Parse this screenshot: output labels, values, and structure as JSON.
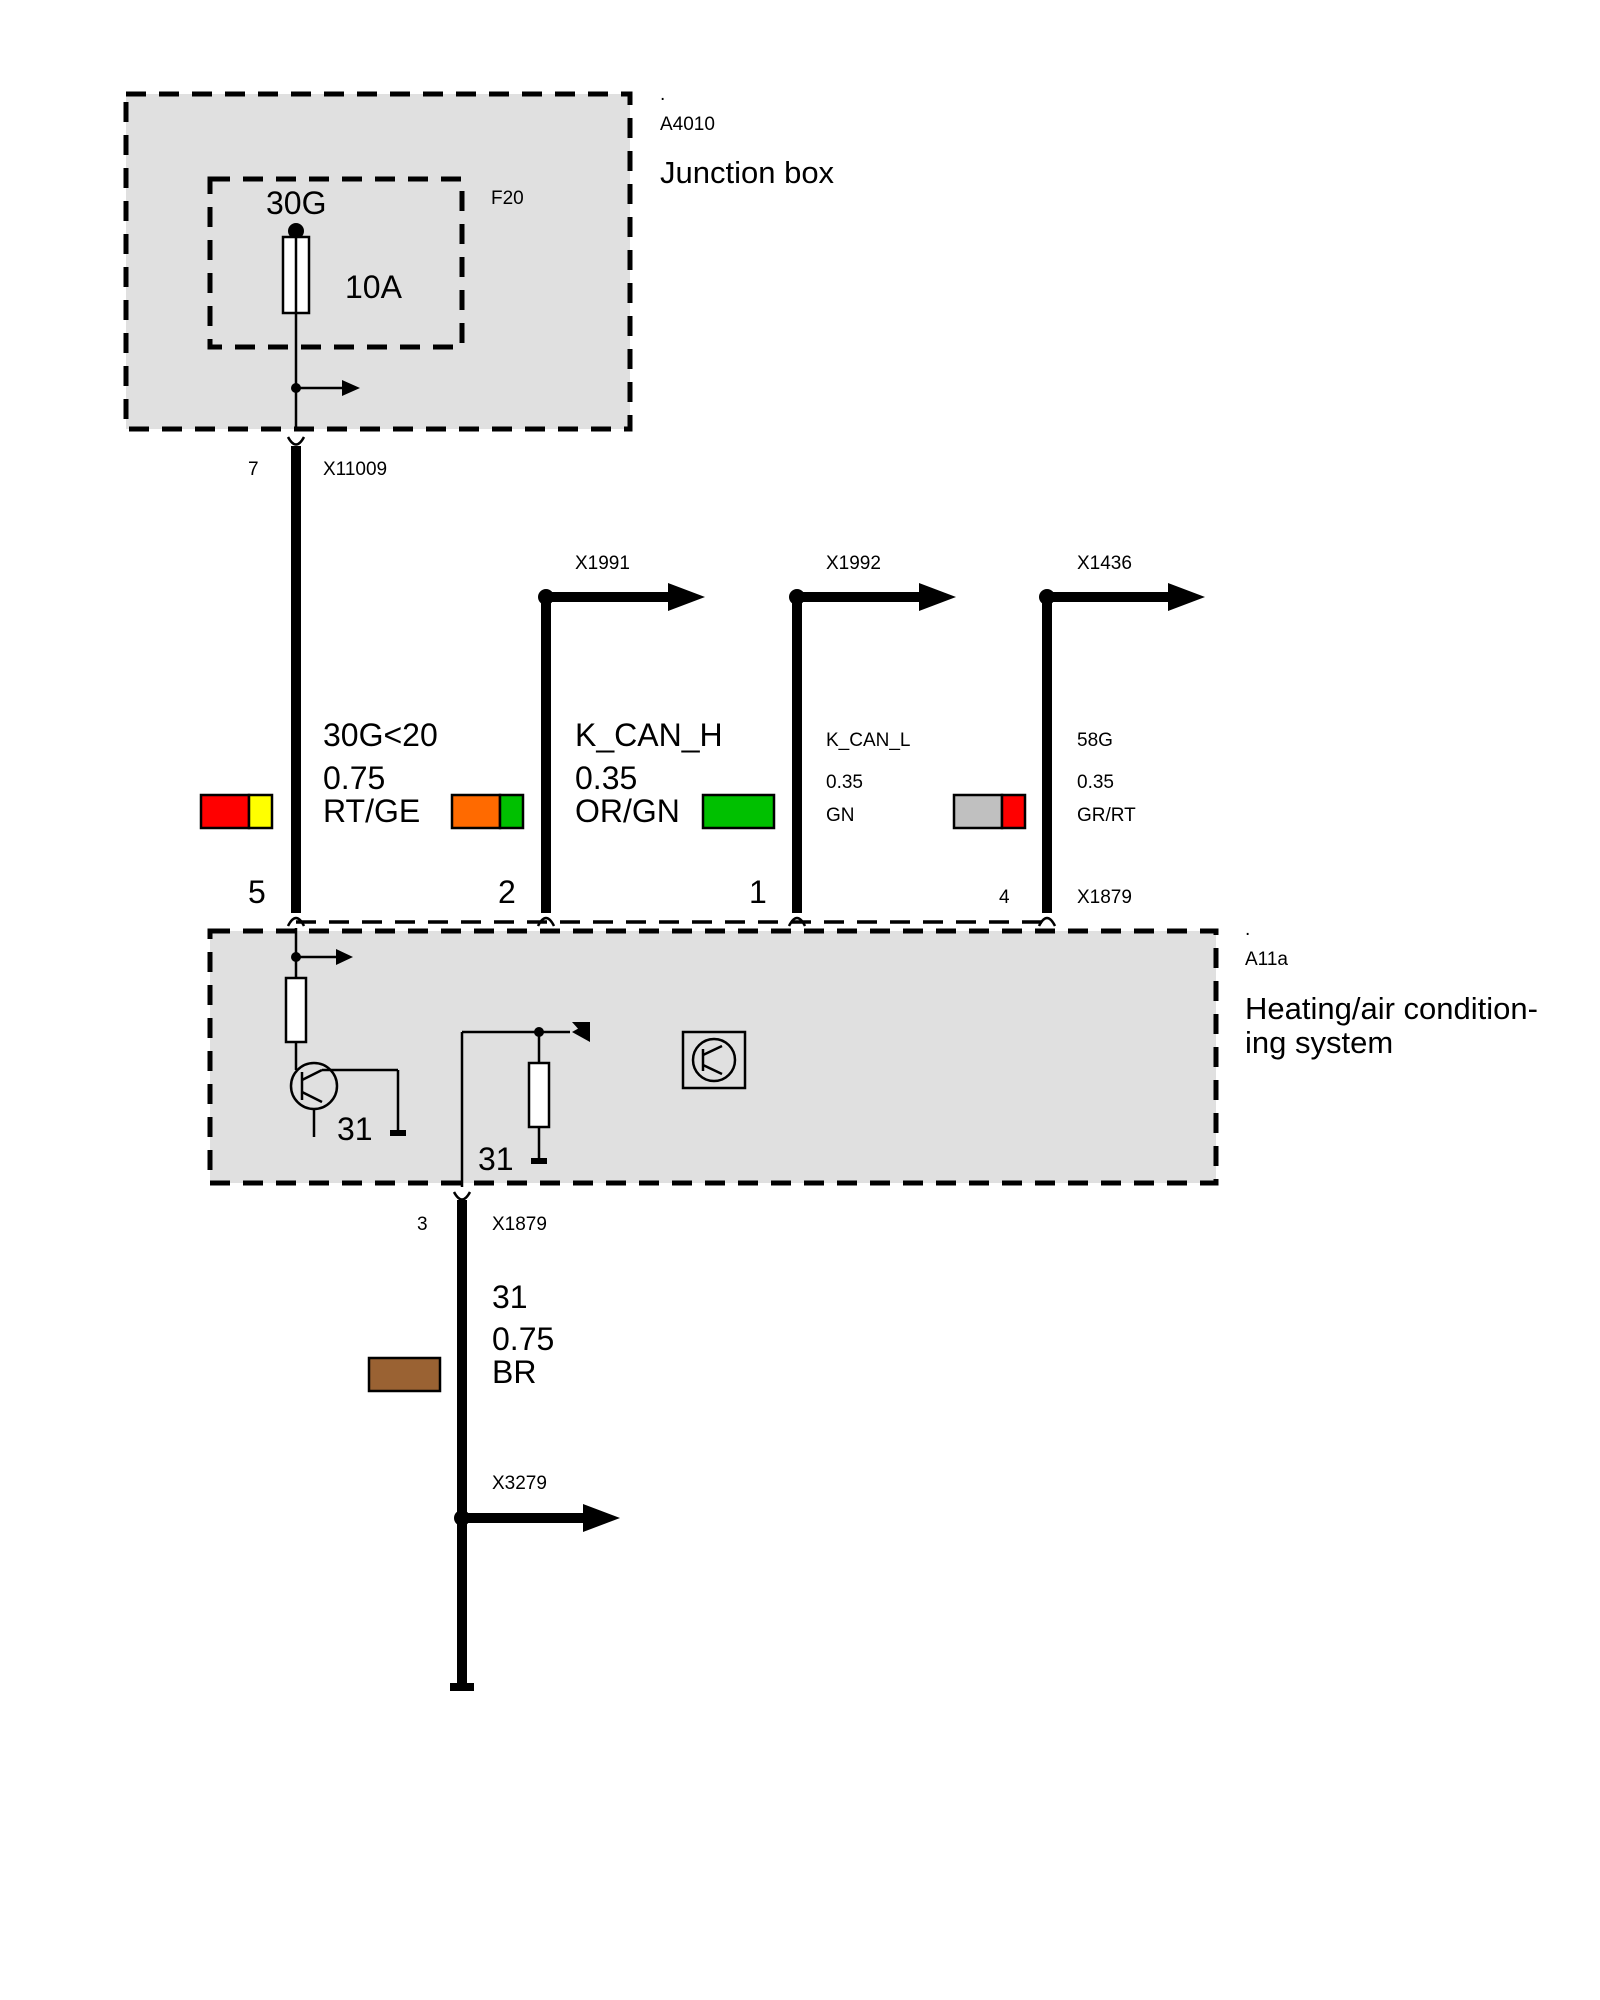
{
  "junction_box": {
    "dot": ".",
    "id": "A4010",
    "title": "Junction box",
    "fuse_id": "F20",
    "fuse_terminal": "30G",
    "fuse_rating": "10A"
  },
  "top_connector": {
    "pin": "7",
    "id": "X11009"
  },
  "branch_connectors": {
    "b1": "X1991",
    "b2": "X1992",
    "b3": "X1436"
  },
  "wires": [
    {
      "signal": "30G<20",
      "size": "0.75",
      "color_code": "RT/GE",
      "colors": [
        "#ff0000",
        "#ffff00"
      ]
    },
    {
      "signal": "K_CAN_H",
      "size": "0.35",
      "color_code": "OR/GN",
      "colors": [
        "#ff6a00",
        "#00c000"
      ]
    },
    {
      "signal": "K_CAN_L",
      "size": "0.35",
      "color_code": "GN",
      "colors": [
        "#00c000"
      ]
    },
    {
      "signal": "58G",
      "size": "0.35",
      "color_code": "GR/RT",
      "colors": [
        "#c0c0c0",
        "#ff0000"
      ]
    }
  ],
  "module_pins": [
    "5",
    "2",
    "1",
    "4"
  ],
  "module_connector": "X1879",
  "module": {
    "dot": ".",
    "id": "A11a",
    "title_line1": "Heating/air condition-",
    "title_line2": "ing system",
    "ground_label_1": "31",
    "ground_label_2": "31"
  },
  "bottom_connector": {
    "pin": "3",
    "id": "X1879"
  },
  "bottom_wire": {
    "signal": "31",
    "size": "0.75",
    "color_code": "BR",
    "colors": [
      "#9a6233"
    ]
  },
  "ground_connector": "X3279"
}
